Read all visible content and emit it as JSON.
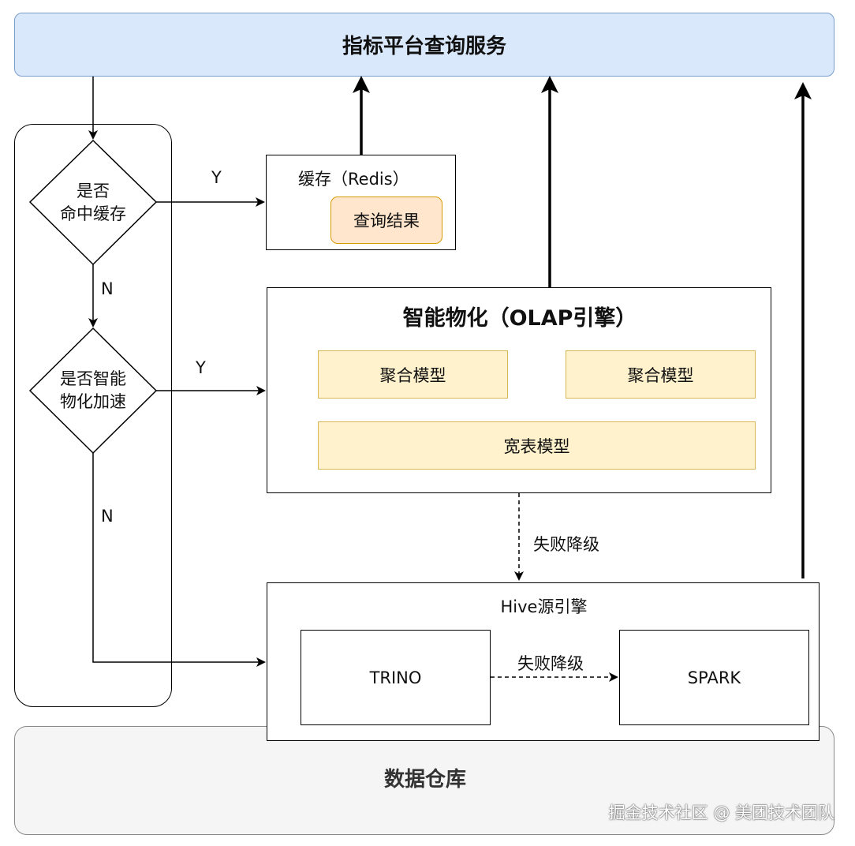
{
  "header": {
    "title": "指标平台查询服务"
  },
  "decisions": {
    "cache": {
      "line1": "是否",
      "line2": "命中缓存"
    },
    "olap": {
      "line1": "是否智能",
      "line2": "物化加速"
    }
  },
  "branches": {
    "yes": "Y",
    "no": "N"
  },
  "cache": {
    "title": "缓存（Redis）",
    "result": "查询结果"
  },
  "olap": {
    "title": "智能物化（OLAP引擎）",
    "models": [
      "聚合模型",
      "聚合模型"
    ],
    "wide_table": "宽表模型"
  },
  "fallback": {
    "label": "失败降级"
  },
  "hive": {
    "title": "Hive源引擎",
    "engines": [
      "TRINO",
      "SPARK"
    ],
    "fallback_label": "失败降级"
  },
  "warehouse": {
    "label": "数据仓库"
  },
  "watermark": "掘金技术社区 @ 美团技术团队",
  "colors": {
    "service_fill": "#dae8fc",
    "cache_result_fill": "#ffe6cc",
    "model_fill": "#fff2cc",
    "warehouse_fill": "#f5f5f5"
  }
}
